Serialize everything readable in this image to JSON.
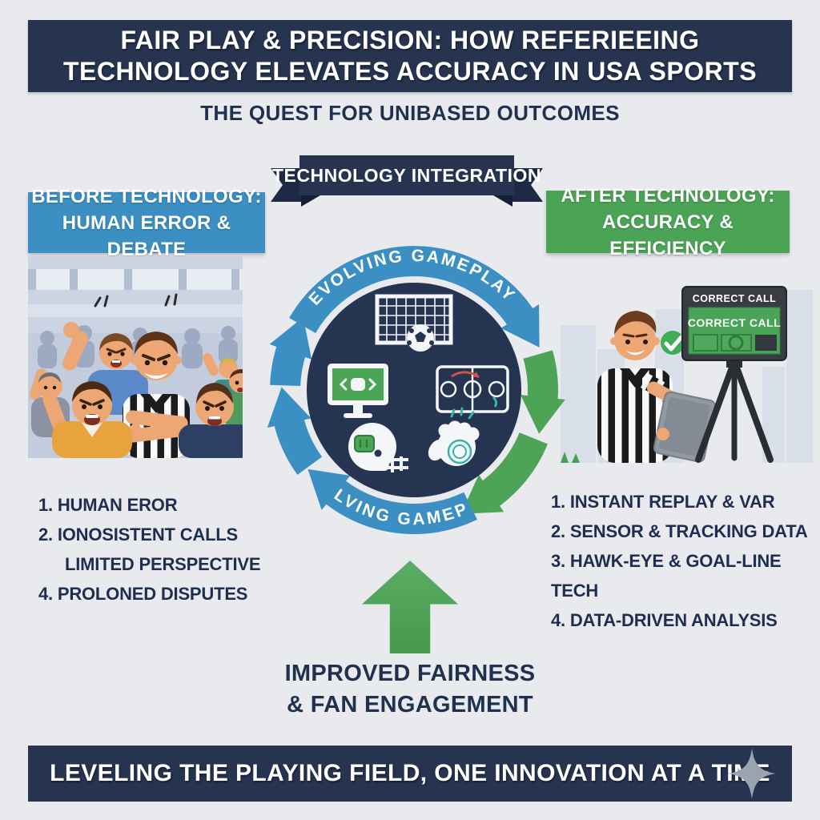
{
  "colors": {
    "background": "#e8eaee",
    "navy_band": "#263450",
    "blue_accent": "#3b8fc3",
    "green_accent": "#4ba455",
    "text_navy": "#20304f",
    "hub_disc": "#253450"
  },
  "header": {
    "title_line1": "FAIR PLAY & PRECISION: HOW REFERIEEING",
    "title_line2": "TECHNOLOGY ELEVATES ACCURACY IN USA SPORTS",
    "subtitle": "THE QUEST FOR UNIBASED OUTCOMES"
  },
  "ribbon": {
    "label": "TECHNOLOGY INTEGRATION"
  },
  "before_panel": {
    "title_line1": "BEFORE TECHNOLOGY:",
    "title_line2": "HUMAN ERROR & DEBATE",
    "items": [
      "1. HUMAN EROR",
      "2. IONOSISTENT CALLS",
      "LIMITED PERSPECTIVE",
      "4. PROLONED DISPUTES"
    ]
  },
  "after_panel": {
    "title_line1": "AFTER TECHNOLOGY:",
    "title_line2": "ACCURACY & EFFICIENCY",
    "items": [
      "1. INSTANT REPLAY & VAR",
      "2. SENSOR & TRACKING DATA",
      "3. HAWK-EYE & GOAL-LINE TECH",
      "4. DATA-DRIVEN ANALYSIS"
    ]
  },
  "cycle": {
    "top_label": "EVOLVING GAMEPLAY",
    "bottom_label": "EVOLVING GAMEPLAY",
    "icons": [
      "soccer-goal",
      "replay-monitor",
      "basketball-court",
      "football-helmet",
      "baseball-glove"
    ]
  },
  "review_monitor": {
    "bezel_label": "CORRECT CALL",
    "screen_label": "CORRECT CALL"
  },
  "impact": {
    "line1": "IMPROVED FAIRNESS",
    "line2": "& FAN ENGAGEMENT"
  },
  "footer": {
    "label": "LEVELING THE PLAYING FIELD, ONE INNOVATION AT A TIME"
  }
}
